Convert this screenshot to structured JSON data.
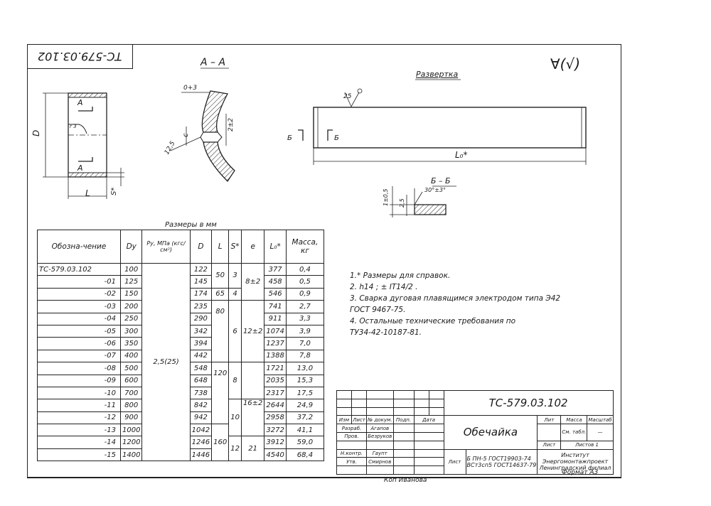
{
  "doc_code": "ТС-579.03.102",
  "section_aa": "А – А",
  "razvertka": "Развертка",
  "roughness": "∀(√)",
  "sizes_caption": "Размеры в мм",
  "drawing_labels": {
    "D": "D",
    "L": "L",
    "S": "S*",
    "A1": "А",
    "A2": "А",
    "r2": "r 3",
    "gap": "0+3",
    "c": "c",
    "angle12": "12,5",
    "s2": "2±2",
    "weld25": "25",
    "b_left": "Б",
    "b_right": "Б",
    "L0": "L₀*",
    "bb": "Б – Б",
    "angle30": "30°±3°",
    "d1": "1±0,5",
    "d2": "2,5"
  },
  "table": {
    "headers": [
      "Обозна-чение",
      "Dу",
      "Pу, МПа (кгс/см²)",
      "D",
      "L",
      "S*",
      "e",
      "L₀*",
      "Масса, кг"
    ],
    "rows": [
      {
        "des": "ТС-579.03.102",
        "dy": "100",
        "d": "122",
        "l0": "377",
        "m": "0,4"
      },
      {
        "des": "-01",
        "dy": "125",
        "d": "145",
        "l0": "458",
        "m": "0,5"
      },
      {
        "des": "-02",
        "dy": "150",
        "d": "174",
        "l0": "546",
        "m": "0,9"
      },
      {
        "des": "-03",
        "dy": "200",
        "d": "235",
        "l0": "741",
        "m": "2,7"
      },
      {
        "des": "-04",
        "dy": "250",
        "d": "290",
        "l0": "911",
        "m": "3,3"
      },
      {
        "des": "-05",
        "dy": "300",
        "d": "342",
        "l0": "1074",
        "m": "3,9"
      },
      {
        "des": "-06",
        "dy": "350",
        "d": "394",
        "l0": "1237",
        "m": "7,0"
      },
      {
        "des": "-07",
        "dy": "400",
        "d": "442",
        "l0": "1388",
        "m": "7,8"
      },
      {
        "des": "-08",
        "dy": "500",
        "d": "548",
        "l0": "1721",
        "m": "13,0"
      },
      {
        "des": "-09",
        "dy": "600",
        "d": "648",
        "l0": "2035",
        "m": "15,3"
      },
      {
        "des": "-10",
        "dy": "700",
        "d": "738",
        "l0": "2317",
        "m": "17,5"
      },
      {
        "des": "-11",
        "dy": "800",
        "d": "842",
        "l0": "2644",
        "m": "24,9"
      },
      {
        "des": "-12",
        "dy": "900",
        "d": "942",
        "l0": "2958",
        "m": "37,2"
      },
      {
        "des": "-13",
        "dy": "1000",
        "d": "1042",
        "l0": "3272",
        "m": "41,1"
      },
      {
        "des": "-14",
        "dy": "1200",
        "d": "1246",
        "l0": "3912",
        "m": "59,0"
      },
      {
        "des": "-15",
        "dy": "1400",
        "d": "1446",
        "l0": "4540",
        "m": "68,4"
      }
    ],
    "py": "2,5(25)",
    "L": [
      "50",
      "65",
      "80",
      "120",
      "160"
    ],
    "S": [
      "3",
      "4",
      "6",
      "8",
      "10",
      "12"
    ],
    "e": [
      "8±2",
      "12±2",
      "16±2",
      "21"
    ]
  },
  "notes": [
    "1.* Размеры для справок.",
    "2. h14 ; ± IT14/2 .",
    "3. Сварка дуговая плавящимся электродом типа Э42",
    "ГОСТ 9467-75.",
    "4. Остальные технические требования по",
    "ТУ34-42-10187-81."
  ],
  "title_block": {
    "code": "ТС-579.03.102",
    "name": "Обечайка",
    "lit": "Лит",
    "massa": "Масса",
    "masshtab": "Масштаб",
    "sm_tabl": "См. табл.",
    "dash": "—",
    "list": "Лист",
    "listov": "Листов 1",
    "head": [
      "Изм",
      "Лист",
      "№ докум.",
      "Подп.",
      "Дата"
    ],
    "razrab": "Разраб.",
    "razrab_name": "Агапов",
    "prov": "Пров.",
    "prov_name": "Безруков",
    "nkontr": "Н.контр.",
    "nkontr_name": "Гаупт",
    "utv": "Утв.",
    "utv_name": "Смирнов",
    "material_list": "Лист",
    "material1": "Б ПН-5 ГОСТ19903-74",
    "material2": "ВСт3сп5 ГОСТ14637-79",
    "org1": "Институт",
    "org2": "Энергомонтажпроект",
    "org3": "Ленинградский филиал"
  },
  "kop": "Коп   Иванова",
  "format": "Формат  А3"
}
